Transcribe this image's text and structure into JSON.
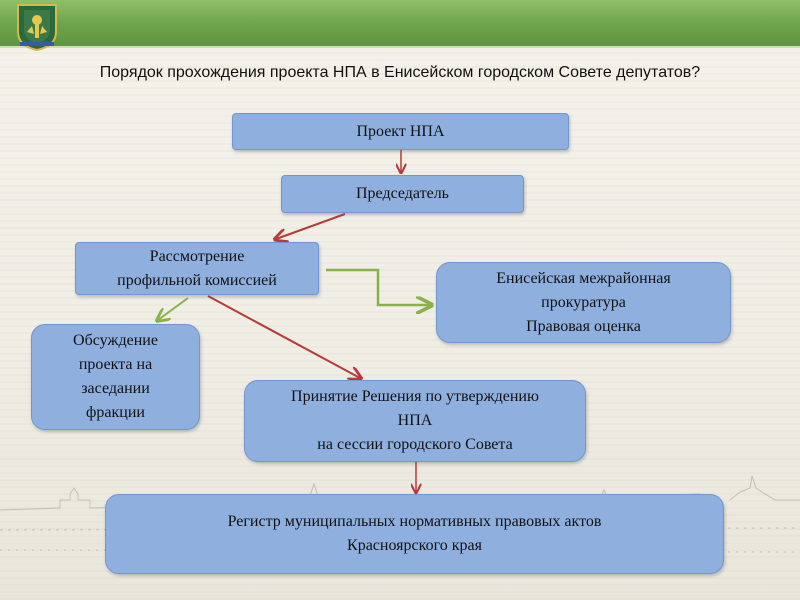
{
  "header": {
    "emblem_icon": "coat-of-arms-icon",
    "bar_color": "#6da34a"
  },
  "title": "Порядок прохождения проекта НПА в Енисейском городском Совете депутатов?",
  "nodes": {
    "project": "Проект НПА",
    "chairman": "Председатель",
    "commission": "Рассмотрение\nпрофильной комиссией",
    "prosecutor": "Енисейская межрайонная\nпрокуратура\nПравовая оценка",
    "faction": "Обсуждение\nпроекта на\nзаседании\nфракции",
    "decision": "Принятие Решения по утверждению\nНПА\nна сессии городского Совета",
    "registry": "Регистр муниципальных нормативных правовых актов\nКрасноярского края"
  },
  "colors": {
    "box_fill": "#8fb0df",
    "arrow_red": "#b83a3a",
    "arrow_green": "#8ab04a"
  }
}
